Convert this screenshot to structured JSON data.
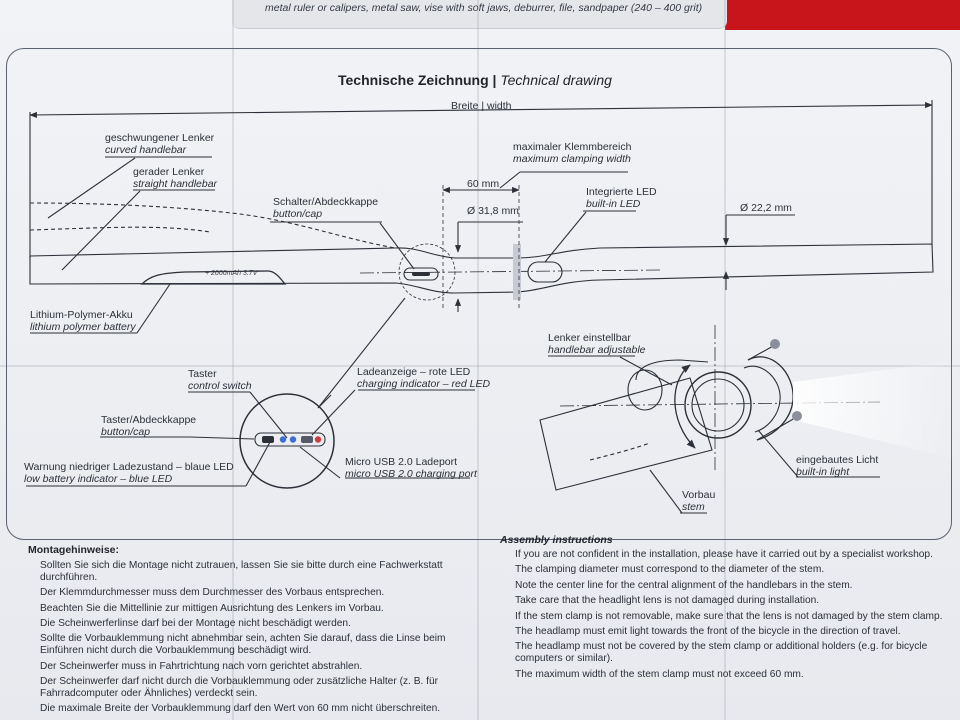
{
  "top_banner": {
    "text": "metal ruler or calipers, metal saw, vise with soft jaws, deburrer, file, sandpaper (240 – 400 grit)"
  },
  "drawing": {
    "title_de": "Technische Zeichnung",
    "title_sep": " | ",
    "title_en": "Technical drawing",
    "width_label": "Breite | width",
    "curved_de": "geschwungener Lenker",
    "curved_en": "curved handlebar",
    "straight_de": "gerader Lenker",
    "straight_en": "straight handlebar",
    "max_clamp_de": "maximaler Klemmbereich",
    "max_clamp_en": "maximum clamping width",
    "dim_60": "60 mm",
    "dim_318": "Ø 31,8 mm",
    "dim_222": "Ø 22,2 mm",
    "switch_de": "Schalter/Abdeckkappe",
    "switch_en": "button/cap",
    "led_de": "Integrierte LED",
    "led_en": "built-in LED",
    "battery_label": "+ 2000mAh 3.7V",
    "lipo_de": "Lithium-Polymer-Akku",
    "lipo_en": "lithium polymer battery",
    "taster_de": "Taster",
    "taster_en": "control switch",
    "taster_cap_de": "Taster/Abdeckkappe",
    "taster_cap_en": "button/cap",
    "low_batt_de": "Warnung niedriger Ladezustand – blaue LED",
    "low_batt_en": "low battery indicator – blue LED",
    "charge_ind_de": "Ladeanzeige – rote LED",
    "charge_ind_en": "charging indicator – red LED",
    "usb_de": "Micro USB 2.0 Ladeport",
    "usb_en": "micro USB 2.0 charging port",
    "adjust_de": "Lenker einstellbar",
    "adjust_en": "handlebar adjustable",
    "light_de": "eingebautes Licht",
    "light_en": "built-in light",
    "stem_de": "Vorbau",
    "stem_en": "stem"
  },
  "montage": {
    "heading": "Montagehinweise:",
    "items": [
      "Sollten Sie sich die Montage nicht zutrauen, lassen Sie sie bitte durch eine Fachwerkstatt durchführen.",
      "Der Klemmdurchmesser muss dem Durchmesser des Vorbaus entsprechen.",
      "Beachten Sie die Mittellinie zur mittigen Ausrichtung des Lenkers im Vorbau.",
      "Die Scheinwerferlinse darf bei der Montage nicht beschädigt werden.",
      "Sollte die Vorbauklemmung nicht abnehmbar sein, achten Sie darauf, dass die Linse beim Einführen nicht durch die Vorbauklemmung beschädigt wird.",
      "Der Scheinwerfer muss in Fahrtrichtung nach vorn gerichtet abstrahlen.",
      "Der Scheinwerfer darf nicht durch die Vorbauklemmung oder zusätzliche Halter (z. B. für Fahrradcomputer oder Ähnliches) verdeckt sein.",
      "Die maximale Breite der Vorbauklemmung darf den Wert von 60 mm nicht überschreiten."
    ]
  },
  "assembly": {
    "heading": "Assembly instructions",
    "items": [
      "If you are not confident in the installation, please have it carried out by a specialist workshop.",
      "The clamping diameter must correspond to the diameter of the stem.",
      "Note the center line for the central alignment of the handlebars in the stem.",
      "Take care that the headlight lens is not damaged during installation.",
      "If the stem clamp is not removable, make sure that the lens is not damaged by the stem clamp.",
      "The headlamp must emit light towards the front of the bicycle in the direction of travel.",
      "The headlamp must not be covered by the stem clamp or additional holders (e.g. for bicycle computers or similar).",
      "The maximum width of the stem clamp must not exceed 60 mm."
    ]
  },
  "colors": {
    "accent_red": "#c8141b",
    "led_blue": "#3a6fd1",
    "led_red": "#d23b3b"
  }
}
